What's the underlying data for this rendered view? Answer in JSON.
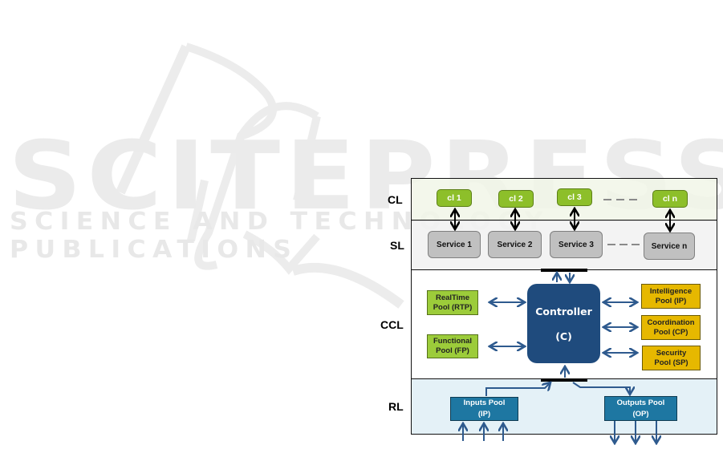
{
  "watermark": {
    "title": "SCITEPRESS",
    "subtitle": "SCIENCE AND TECHNOLOGY PUBLICATIONS"
  },
  "layers": {
    "cl": "CL",
    "sl": "SL",
    "ccl": "CCL",
    "rl": "RL"
  },
  "clients": [
    "cl 1",
    "cl 2",
    "cl 3",
    "cl n"
  ],
  "services": [
    "Service 1",
    "Service 2",
    "Service 3",
    "Service n"
  ],
  "controller": {
    "name": "Controller",
    "abbr": "(C)"
  },
  "left_pools": [
    {
      "line1": "RealTime",
      "line2": "Pool (RTP)"
    },
    {
      "line1": "Functional",
      "line2": "Pool (FP)"
    }
  ],
  "right_pools": [
    {
      "line1": "Intelligence",
      "line2": "Pool (IP)"
    },
    {
      "line1": "Coordination",
      "line2": "Pool (CP)"
    },
    {
      "line1": "Security",
      "line2": "Pool (SP)"
    }
  ],
  "resource_pools": {
    "inputs": {
      "line1": "Inputs Pool",
      "line2": "(IP)"
    },
    "outputs": {
      "line1": "Outputs Pool",
      "line2": "(OP)"
    }
  },
  "colors": {
    "client_green": "#8dbf2a",
    "service_gray": "#c0c0c0",
    "pool_green": "#9ccc3a",
    "pool_yellow": "#e6b800",
    "controller_blue": "#1f4b7d",
    "resource_blue": "#1e77a2",
    "arrow_blue": "#2e5a8e"
  }
}
